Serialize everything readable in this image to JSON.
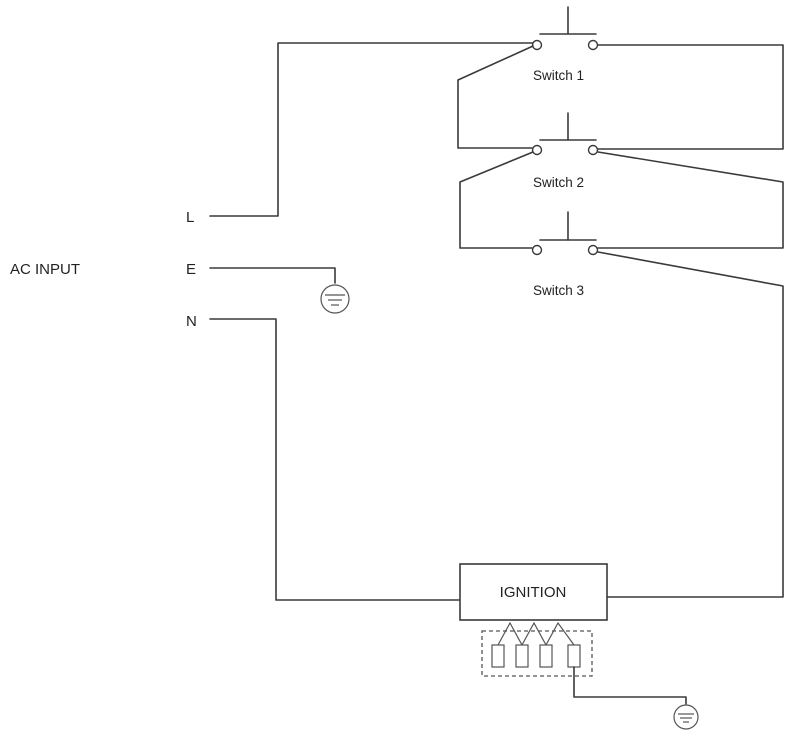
{
  "labels": {
    "ac_input": "AC INPUT",
    "line": "L",
    "earth": "E",
    "neutral": "N",
    "ignition": "IGNITION"
  },
  "switches": [
    {
      "label": "Switch 1"
    },
    {
      "label": "Switch 2"
    },
    {
      "label": "Switch 3"
    }
  ],
  "icons": {
    "ground": "ground-icon",
    "electrode": "electrode-icon"
  },
  "colors": {
    "line": "#3a3a3a",
    "background": "#ffffff"
  }
}
